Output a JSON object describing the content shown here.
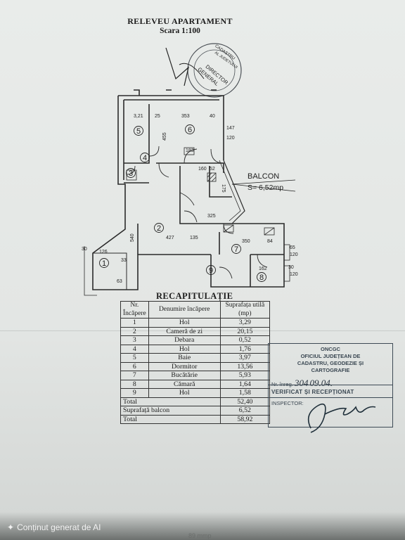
{
  "header": {
    "title": "RELEVEU APARTAMENT",
    "scale": "Scara 1:100"
  },
  "plan": {
    "room_numbers": [
      "1",
      "2",
      "3",
      "4",
      "5",
      "6",
      "7",
      "8",
      "9"
    ],
    "balcony_label": "BALCON",
    "balcony_area": "S= 6,52mp",
    "dims": {
      "d_321": "3,21",
      "d_25": "25",
      "d_353": "353",
      "d_40": "40",
      "d_147": "147",
      "d_120a": "120",
      "d_455": "455",
      "d_183": "183",
      "d_160": "160",
      "d_52": "52",
      "d_175": "175",
      "d_325": "325",
      "d_427": "427",
      "d_135": "135",
      "d_350": "350",
      "d_84": "84",
      "d_540": "540",
      "d_126": "126",
      "d_30a": "30",
      "d_30b": "30",
      "d_65": "65",
      "d_120b": "120",
      "d_120c": "120",
      "d_162": "162",
      "d_63": "63",
      "d_33": "33"
    },
    "seal_text": [
      "CADASTRU",
      "AL JUDETULUI",
      "DIRECTOR",
      "GENERAL"
    ]
  },
  "recap": {
    "title": "RECAPITULAȚIE",
    "headers": [
      "Nr. Încăpere",
      "Denumire încăpere",
      "Suprafața utilă (mp)"
    ],
    "rows": [
      {
        "nr": "1",
        "name": "Hol",
        "area": "3,29"
      },
      {
        "nr": "2",
        "name": "Cameră de zi",
        "area": "20,15"
      },
      {
        "nr": "3",
        "name": "Debara",
        "area": "0,52"
      },
      {
        "nr": "4",
        "name": "Hol",
        "area": "1,76"
      },
      {
        "nr": "5",
        "name": "Baie",
        "area": "3,97"
      },
      {
        "nr": "6",
        "name": "Dormitor",
        "area": "13,56"
      },
      {
        "nr": "7",
        "name": "Bucătărie",
        "area": "5,93"
      },
      {
        "nr": "8",
        "name": "Cămară",
        "area": "1,64"
      },
      {
        "nr": "9",
        "name": "Hol",
        "area": "1,58"
      }
    ],
    "total_label": "Total",
    "total_value": "52,40",
    "balcony_label": "Suprafață balcon",
    "balcony_value": "6,52",
    "grand_total_label": "Total",
    "grand_total_value": "58,92"
  },
  "stamp": {
    "line1": "ONCGC",
    "line2": "OFICIUL JUDEȚEAN DE",
    "line3": "CADASTRU, GEODEZIE ȘI",
    "line4": "CARTOGRAFIE",
    "reg_prefix": "Nr. înreg.",
    "reg_value": "304",
    "date_value": "09.04.",
    "status": "VERIFICAT ȘI RECEPȚIONAT",
    "inspector": "INSPECTOR:"
  },
  "overlay": {
    "ai_text": "Conținut generat de AI",
    "crop_text": "89 mmp"
  },
  "colors": {
    "paper": "#e6e9e7",
    "ink": "#222222",
    "stamp_ink": "#3d4a55"
  }
}
